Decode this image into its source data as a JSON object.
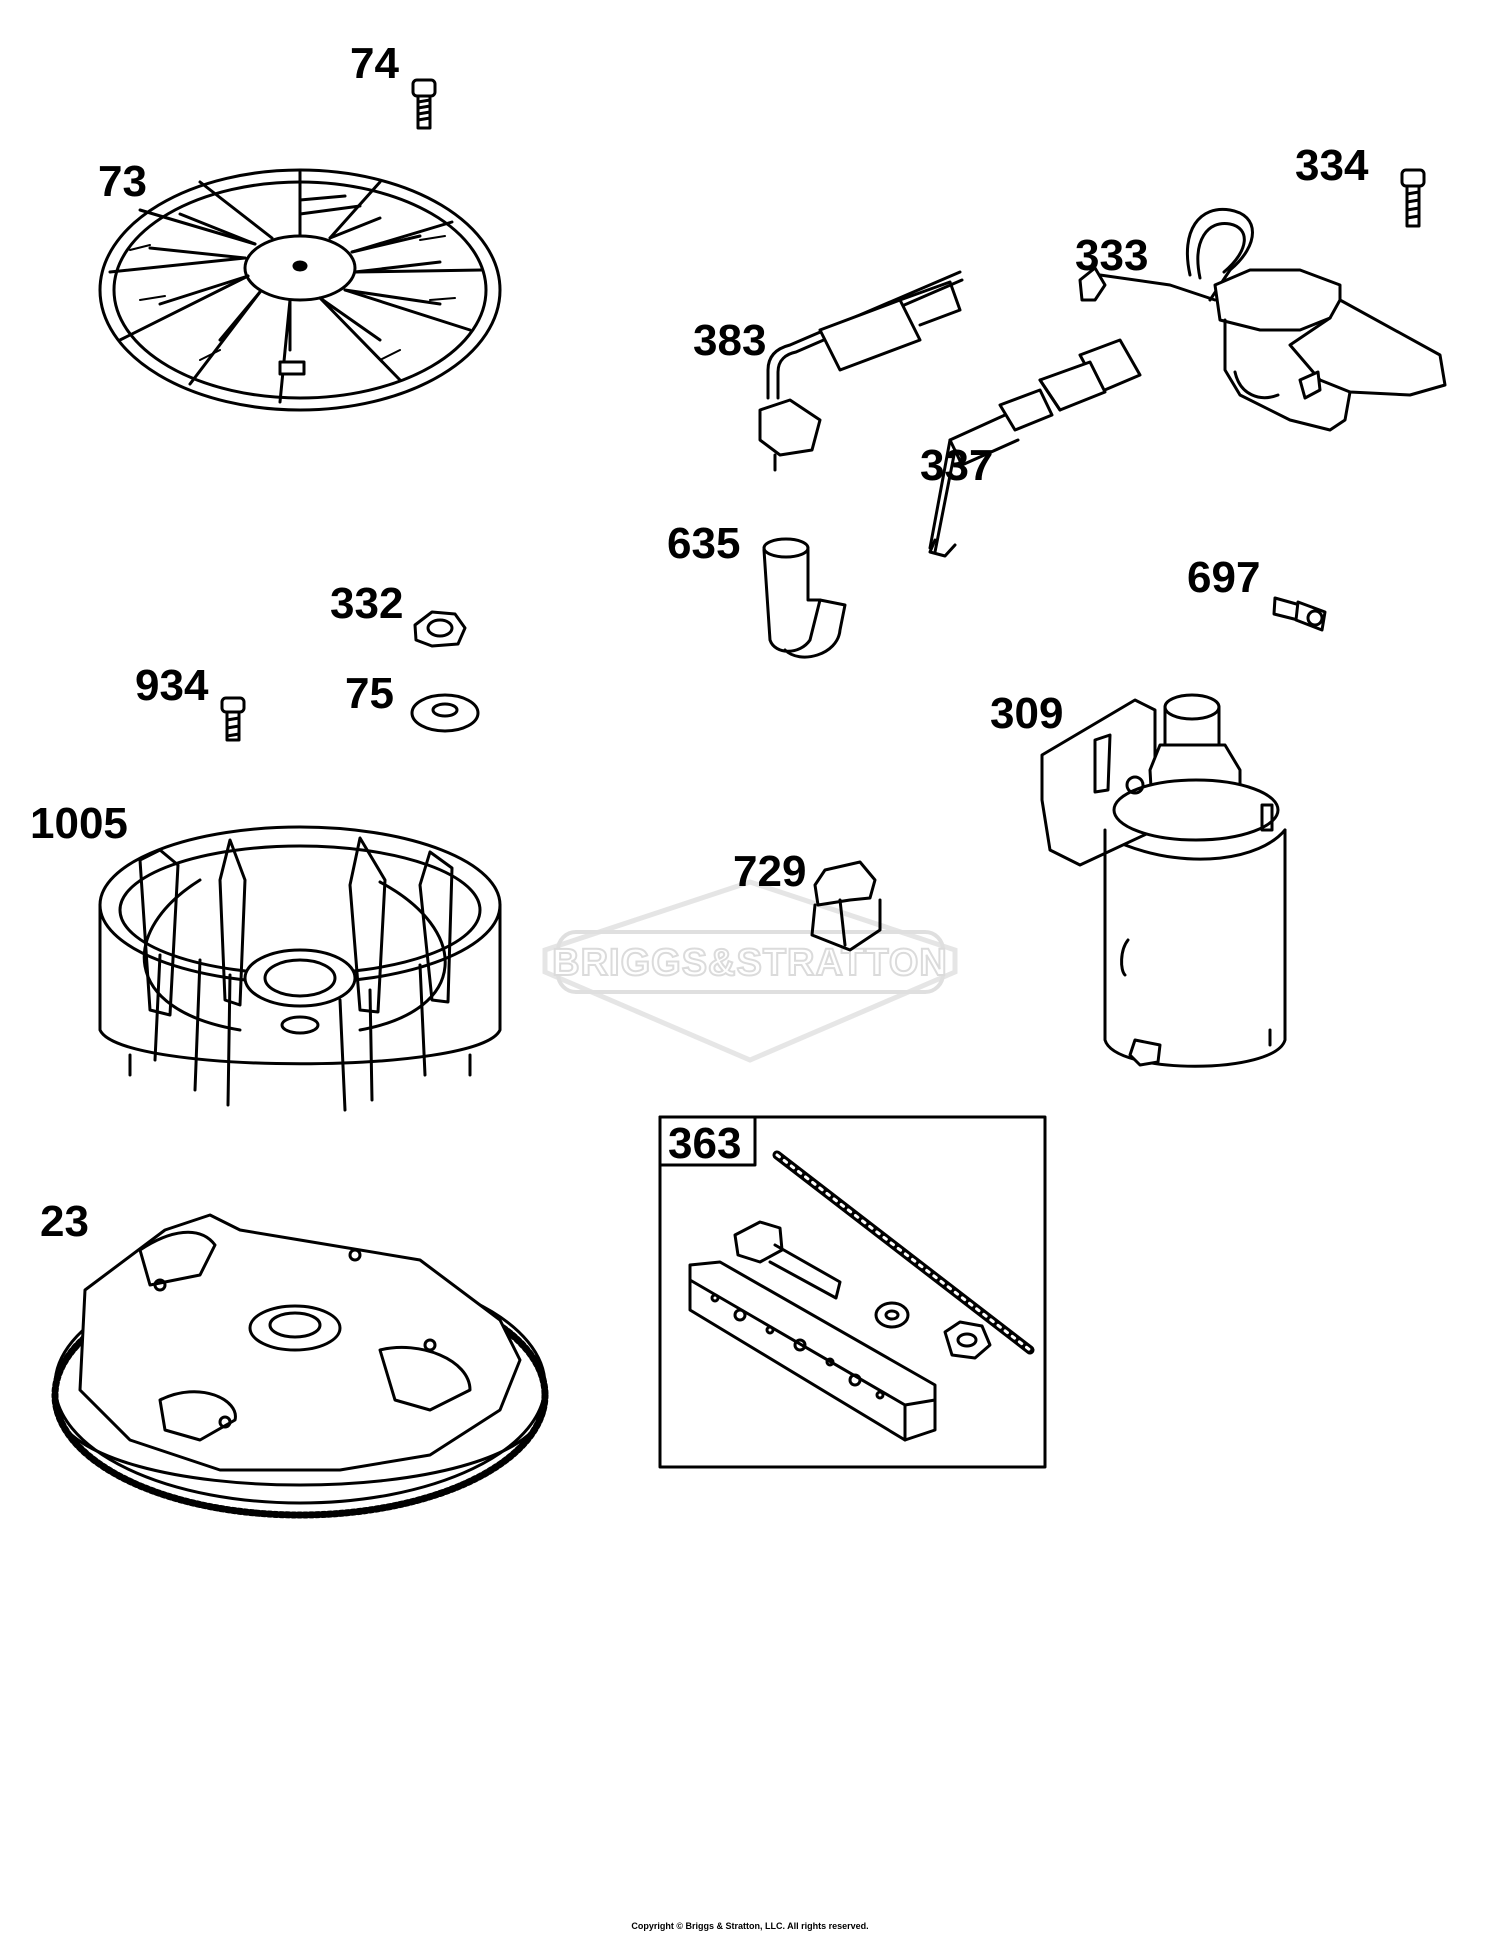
{
  "diagram": {
    "parts": [
      {
        "id": "p74",
        "label": "74"
      },
      {
        "id": "p73",
        "label": "73"
      },
      {
        "id": "p334",
        "label": "334"
      },
      {
        "id": "p333",
        "label": "333"
      },
      {
        "id": "p383",
        "label": "383"
      },
      {
        "id": "p337",
        "label": "337"
      },
      {
        "id": "p635",
        "label": "635"
      },
      {
        "id": "p697",
        "label": "697"
      },
      {
        "id": "p332",
        "label": "332"
      },
      {
        "id": "p934",
        "label": "934"
      },
      {
        "id": "p75",
        "label": "75"
      },
      {
        "id": "p309",
        "label": "309"
      },
      {
        "id": "p1005",
        "label": "1005"
      },
      {
        "id": "p729",
        "label": "729"
      },
      {
        "id": "p363",
        "label": "363"
      },
      {
        "id": "p23",
        "label": "23"
      }
    ],
    "watermark": "BRIGGS&STRATTON",
    "copyright": "Copyright © Briggs & Stratton, LLC. All rights reserved."
  }
}
